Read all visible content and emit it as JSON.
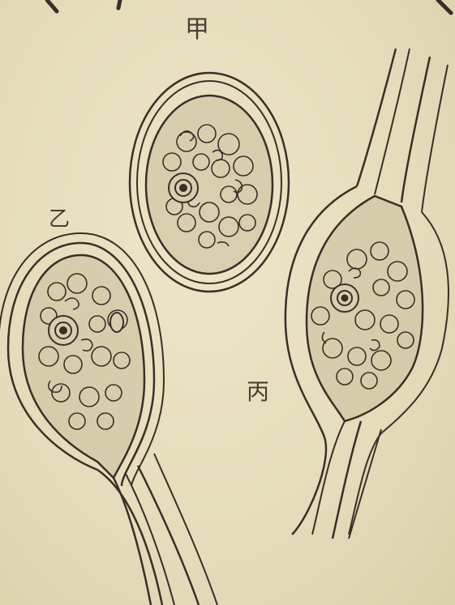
{
  "figure": {
    "labels": {
      "a": "甲",
      "b": "乙",
      "c": "丙"
    }
  },
  "colors": {
    "paper": "#e6dfbf",
    "ink": "#3a2f26",
    "cell_fill": "#c9bd9c",
    "nucleus_fill": "#d8ceb0"
  }
}
